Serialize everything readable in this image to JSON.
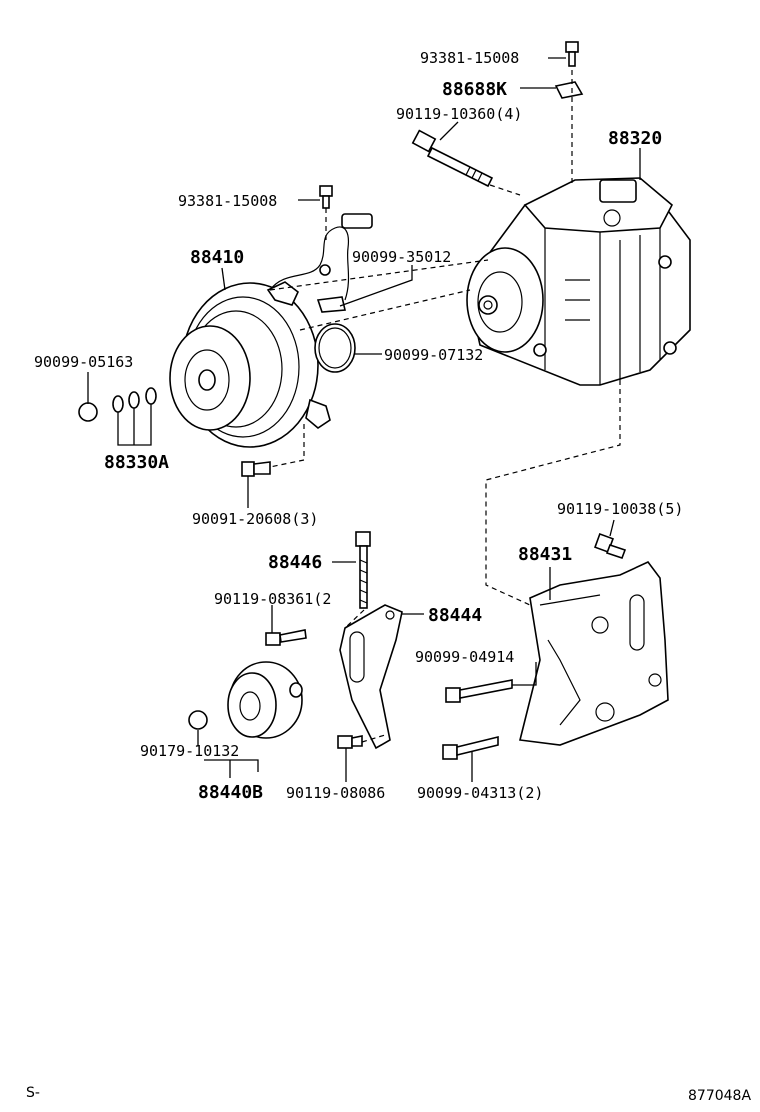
{
  "labels": {
    "p1": "93381-15008",
    "p2": "88688K",
    "p3": "90119-10360(4)",
    "p4": "88320",
    "p5": "93381-15008",
    "p6": "88410",
    "p7": "90099-35012",
    "p8": "90099-07132",
    "p9": "90099-05163",
    "p10": "88330A",
    "p11": "90091-20608(3)",
    "p12": "90119-10038(5)",
    "p13": "88446",
    "p14": "88431",
    "p15": "90119-08361(2",
    "p16": "88444",
    "p17": "90099-04914",
    "p18": "90179-10132",
    "p19": "88440B",
    "p20": "90119-08086",
    "p21": "90099-04313(2)"
  },
  "corner_left": "S-",
  "corner_right": "877048A"
}
